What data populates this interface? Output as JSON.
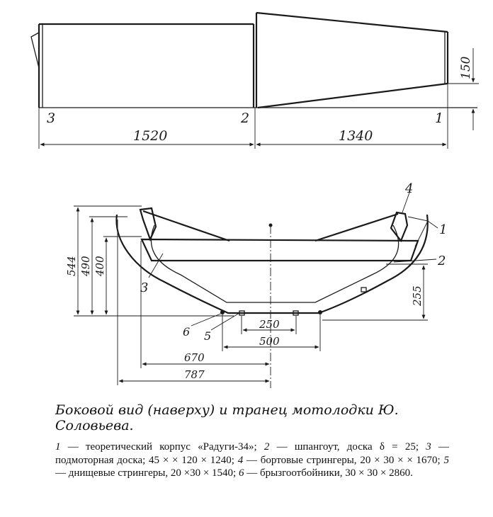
{
  "side_view": {
    "station_labels": [
      "3",
      "2",
      "1"
    ],
    "dimensions": {
      "aft": "1520",
      "fwd": "1340",
      "rise": "150"
    }
  },
  "transom": {
    "part_labels": [
      "1",
      "2",
      "3",
      "4",
      "5",
      "6"
    ],
    "heights": [
      "544",
      "490",
      "400"
    ],
    "dimensions": {
      "keel_rise": "255",
      "stringer_span": "250",
      "bottom_width": "500",
      "half_670": "670",
      "half_787": "787"
    }
  },
  "caption": "Боковой вид (наверху) и транец мотолодки Ю. Соловьева.",
  "legend": [
    {
      "num": "1",
      "text": " — теоретический корпус «Радуги-34»; "
    },
    {
      "num": "2",
      "text": " — шпангоут, доска δ = 25; "
    },
    {
      "num": "3",
      "text": " — подмоторная доска; 45 × × 120 × 1240; "
    },
    {
      "num": "4",
      "text": " — бортовые стрингеры, 20 × 30 × × 1670; "
    },
    {
      "num": "5",
      "text": " — днищевые стрингеры, 20 ×30 × 1540; "
    },
    {
      "num": "6",
      "text": " — брызгоотбойники, 30 × 30 × 2860."
    }
  ]
}
